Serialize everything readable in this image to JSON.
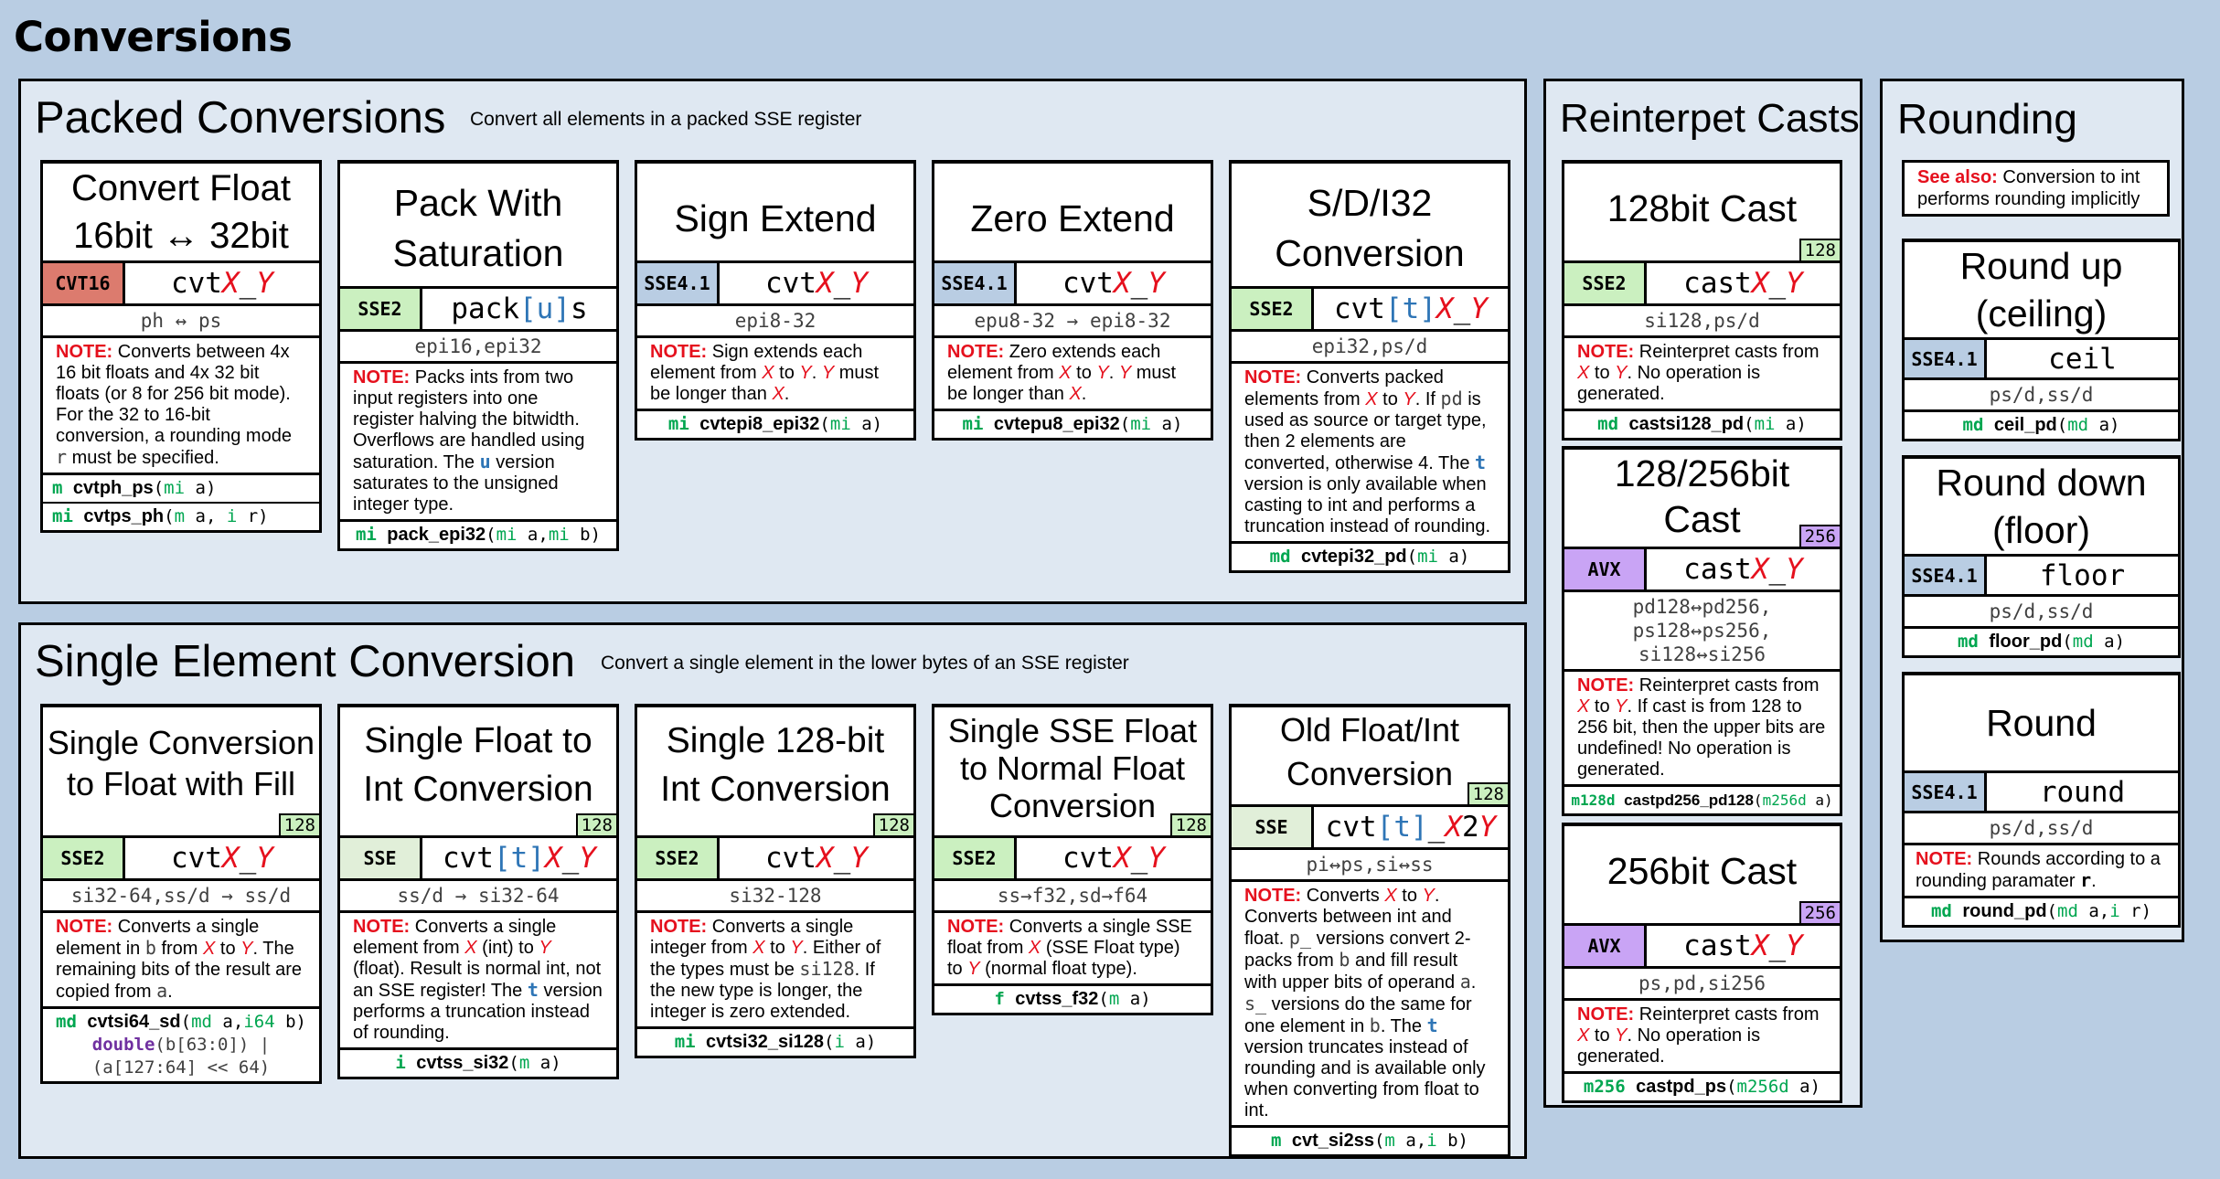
{
  "page_title": "Conversions",
  "sections": {
    "packed": {
      "title": "Packed Conversions",
      "subtitle": "Convert all elements in a packed SSE register"
    },
    "single": {
      "title": "Single Element Conversion",
      "subtitle": "Convert a single element in the lower bytes of an SSE register"
    },
    "reinterpret": {
      "title": "Reinterpet Casts"
    },
    "rounding": {
      "title": "Rounding"
    }
  },
  "colors": {
    "sse2": "#cbf0c0",
    "sse": "#e1efd9",
    "sse41": "#b9cde3",
    "avx": "#c9a4f5",
    "cvt16": "#dc7b6e",
    "note": "#e5101d",
    "type": "#00a650"
  },
  "cards": {
    "cvt16": {
      "title_line1": "Convert Float",
      "title_line2a": "16bit",
      "title_arrow": "↔",
      "title_line2b": "32bit",
      "ext": "CVT16",
      "sig_pre": "cvt",
      "sig_x": "X",
      "sig_sep": "_",
      "sig_y": "Y",
      "types": "ph ↔ ps",
      "note_label": "NOTE:",
      "note_text": " Converts between 4x 16 bit floats and 4x 32 bit floats (or 8 for 256 bit mode). For the 32 to 16-bit conversion, a rounding mode ",
      "note_r": "r",
      "note_end": " must be specified.",
      "fn1_ret": "m",
      "fn1_name": "cvtph_ps",
      "fn1_open": "(",
      "fn1_t1": "mi",
      "fn1_p1": " a",
      "fn1_close": ")",
      "fn2_ret": "mi",
      "fn2_name": "cvtps_ph",
      "fn2_open": "(",
      "fn2_t1": "m",
      "fn2_p1": " a, ",
      "fn2_t2": "i",
      "fn2_p2": " r",
      "fn2_close": ")"
    },
    "pack": {
      "title_line1": "Pack With",
      "title_line2": "Saturation",
      "ext": "SSE2",
      "sig_pre": "pack",
      "sig_opt": "[u]",
      "sig_post": "s",
      "types": "epi16,epi32",
      "note_label": "NOTE:",
      "note_text": " Packs ints from two input registers into one register halving the bitwidth. Overflows are handled using saturation. The ",
      "note_u": "u",
      "note_end": " version saturates to the unsigned integer type.",
      "fn_ret": "mi",
      "fn_name": "pack_epi32",
      "fn_open": "(",
      "fn_t1": "mi",
      "fn_p1": " a,",
      "fn_t2": "mi",
      "fn_p2": " b",
      "fn_close": ")"
    },
    "sign": {
      "title": "Sign Extend",
      "ext": "SSE4.1",
      "sig_pre": "cvt",
      "sig_x": "X",
      "sig_sep": "_",
      "sig_y": "Y",
      "types": "epi8-32",
      "note_label": "NOTE:",
      "note_a": " Sign extends each element from ",
      "note_x": "X",
      "note_b": " to ",
      "note_y": "Y",
      "note_c": ". ",
      "note_y2": "Y",
      "note_d": " must be longer than ",
      "note_x2": "X",
      "note_e": ".",
      "fn_ret": "mi",
      "fn_name": "cvtepi8_epi32",
      "fn_open": "(",
      "fn_t1": "mi",
      "fn_p1": " a",
      "fn_close": ")"
    },
    "zero": {
      "title": "Zero Extend",
      "ext": "SSE4.1",
      "sig_pre": "cvt",
      "sig_x": "X",
      "sig_sep": "_",
      "sig_y": "Y",
      "types": "epu8-32 → epi8-32",
      "note_label": "NOTE:",
      "note_a": " Zero extends each element from ",
      "note_x": "X",
      "note_b": " to ",
      "note_y": "Y",
      "note_c": ". ",
      "note_y2": "Y",
      "note_d": " must be longer than ",
      "note_x2": "X",
      "note_e": ".",
      "fn_ret": "mi",
      "fn_name": "cvtepu8_epi32",
      "fn_open": "(",
      "fn_t1": "mi",
      "fn_p1": " a",
      "fn_close": ")"
    },
    "sdi32": {
      "title_line1": "S/D/I32",
      "title_line2": "Conversion",
      "ext": "SSE2",
      "sig_pre": "cvt",
      "sig_opt": "[t]",
      "sig_x": "X",
      "sig_sep": "_",
      "sig_y": "Y",
      "types": "epi32,ps/d",
      "note_label": "NOTE:",
      "note_a": " Converts packed elements from ",
      "note_x": "X",
      "note_b": " to ",
      "note_y": "Y",
      "note_c": ". If ",
      "note_pd": "pd",
      "note_d": " is used as source or target type, then 2 elements are converted, otherwise 4. The ",
      "note_t": "t",
      "note_e": " version is only available when casting to int and performs a truncation instead of rounding.",
      "fn_ret": "md",
      "fn_name": "cvtepi32_pd",
      "fn_open": "(",
      "fn_t1": "mi",
      "fn_p1": " a",
      "fn_close": ")"
    },
    "single_fill": {
      "title_line1": "Single Conversion",
      "title_line2": "to Float with Fill",
      "bit": "128",
      "ext": "SSE2",
      "sig_pre": "cvt",
      "sig_x": "X",
      "sig_sep": "_",
      "sig_y": "Y",
      "types": "si32-64,ss/d → ss/d",
      "note_label": "NOTE:",
      "note_a": " Converts a single element in ",
      "note_b_mono": "b",
      "note_b": " from ",
      "note_x": "X",
      "note_c": " to ",
      "note_y": "Y",
      "note_d": ". The remaining bits of the result are copied from ",
      "note_a_mono": "a",
      "note_e": ".",
      "fn_ret": "md",
      "fn_name": "cvtsi64_sd",
      "fn_open": "(",
      "fn_t1": "md",
      "fn_p1": " a,",
      "fn_t2": "i64",
      "fn_p2": " b",
      "fn_close": ")",
      "fn_l2_dbl": "double",
      "fn_l2_code": "(b[63:0]) |",
      "fn_l3_code": "(a[127:64] << 64)"
    },
    "single_int": {
      "title_line1": "Single Float to",
      "title_line2": "Int Conversion",
      "bit": "128",
      "ext": "SSE",
      "sig_pre": "cvt",
      "sig_opt": "[t]",
      "sig_x": "X",
      "sig_sep": "_",
      "sig_y": "Y",
      "types": "ss/d → si32-64",
      "note_label": "NOTE:",
      "note_a": " Converts a single element from ",
      "note_x": "X",
      "note_b": " (int) to ",
      "note_y": "Y",
      "note_c": " (float). Result is normal int, not an SSE register! The ",
      "note_t": "t",
      "note_d": " version performs a truncation instead of rounding.",
      "fn_ret": "i",
      "fn_name": "cvtss_si32",
      "fn_open": "(",
      "fn_t1": "m",
      "fn_p1": " a",
      "fn_close": ")"
    },
    "single_128": {
      "title_line1": "Single 128-bit",
      "title_line2": "Int Conversion",
      "bit": "128",
      "ext": "SSE2",
      "sig_pre": "cvt",
      "sig_x": "X",
      "sig_sep": "_",
      "sig_y": "Y",
      "types": "si32-128",
      "note_label": "NOTE:",
      "note_a": " Converts a single integer from ",
      "note_x": "X",
      "note_b": " to ",
      "note_y": "Y",
      "note_c": ". Either of the types must be ",
      "note_mono": "si128",
      "note_d": ". If the new type is longer, the integer is zero extended.",
      "fn_ret": "mi",
      "fn_name": "cvtsi32_si128",
      "fn_open": "(",
      "fn_t1": "i",
      "fn_p1": " a",
      "fn_close": ")"
    },
    "single_sse": {
      "title_line1": "Single SSE Float",
      "title_line2": "to Normal Float",
      "title_line3": "Conversion",
      "bit": "128",
      "ext": "SSE2",
      "sig_pre": "cvt",
      "sig_x": "X",
      "sig_sep": "_",
      "sig_y": "Y",
      "types": "ss→f32,sd→f64",
      "note_label": "NOTE:",
      "note_a": " Converts a single SSE float from ",
      "note_x": "X",
      "note_b": " (SSE Float type) to ",
      "note_y": "Y",
      "note_c": " (normal float type).",
      "fn_ret": "f",
      "fn_name": "cvtss_f32",
      "fn_open": "(",
      "fn_t1": "m",
      "fn_p1": " a",
      "fn_close": ")"
    },
    "old": {
      "title_line1": "Old Float/Int",
      "title_line2": "Conversion",
      "bit": "128",
      "ext": "SSE",
      "sig_pre": "cvt",
      "sig_opt": "[t]",
      "sig_sep": "_",
      "sig_x": "X",
      "sig_2": "2",
      "sig_y": "Y",
      "types": "pi↔ps,si↔ss",
      "note_label": "NOTE:",
      "note_a": " Converts ",
      "note_x": "X",
      "note_b": " to ",
      "note_y": "Y",
      "note_c": ". Converts between int and float. ",
      "note_p": "p_",
      "note_d": " versions convert 2-packs from ",
      "note_b_mono": "b",
      "note_e": " and fill result with upper bits of operand ",
      "note_a_mono": "a",
      "note_f": ". ",
      "note_s": "s_",
      "note_g": " versions do the same for one element in ",
      "note_b_mono2": "b",
      "note_h": ". The ",
      "note_t": "t",
      "note_i": " version truncates instead of rounding and is available only when converting from float to int.",
      "fn_ret": "m",
      "fn_name": "cvt_si2ss",
      "fn_open": "(",
      "fn_t1": "m",
      "fn_p1": " a,",
      "fn_t2": "i",
      "fn_p2": " b",
      "fn_close": ")"
    },
    "cast128": {
      "title": "128bit Cast",
      "bit": "128",
      "ext": "SSE2",
      "sig_pre": "cast",
      "sig_x": "X",
      "sig_sep": "_",
      "sig_y": "Y",
      "types": "si128,ps/d",
      "note_label": "NOTE:",
      "note_a": " Reinterpret casts from ",
      "note_x": "X",
      "note_b": " to ",
      "note_y": "Y",
      "note_c": ". No operation is generated.",
      "fn_ret": "md",
      "fn_name": "castsi128_pd",
      "fn_open": "(",
      "fn_t1": "mi",
      "fn_p1": " a",
      "fn_close": ")"
    },
    "cast128256": {
      "title_line1": "128/256bit",
      "title_line2": "Cast",
      "bit": "256",
      "ext": "AVX",
      "sig_pre": "cast",
      "sig_x": "X",
      "sig_sep": "_",
      "sig_y": "Y",
      "types": "pd128↔pd256,\nps128↔ps256,\nsi128↔si256",
      "note_label": "NOTE:",
      "note_a": " Reinterpret casts from ",
      "note_x": "X",
      "note_b": " to ",
      "note_y": "Y",
      "note_c": ". If cast is from 128 to 256 bit, then the upper bits are undefined! No operation is generated.",
      "fn_ret": "m128d",
      "fn_name": "castpd256_pd128",
      "fn_open": "(",
      "fn_t1": "m256d",
      "fn_p1": " a",
      "fn_close": ")"
    },
    "cast256": {
      "title": "256bit Cast",
      "bit": "256",
      "ext": "AVX",
      "sig_pre": "cast",
      "sig_x": "X",
      "sig_sep": "_",
      "sig_y": "Y",
      "types": "ps,pd,si256",
      "note_label": "NOTE:",
      "note_a": " Reinterpret casts from ",
      "note_x": "X",
      "note_b": " to ",
      "note_y": "Y",
      "note_c": ". No operation is generated.",
      "fn_ret": "m256",
      "fn_name": "castpd_ps",
      "fn_open": "(",
      "fn_t1": "m256d",
      "fn_p1": " a",
      "fn_close": ")"
    },
    "seealso": {
      "label": "See also:",
      "text": " Conversion to int performs rounding implicitly"
    },
    "ceil": {
      "title_line1": "Round up",
      "title_line2": "(ceiling)",
      "ext": "SSE4.1",
      "sig": "ceil",
      "types": "ps/d,ss/d",
      "fn_ret": "md",
      "fn_name": "ceil_pd",
      "fn_open": "(",
      "fn_t1": "md",
      "fn_p1": " a",
      "fn_close": ")"
    },
    "floor": {
      "title_line1": "Round down",
      "title_line2": "(floor)",
      "ext": "SSE4.1",
      "sig": "floor",
      "types": "ps/d,ss/d",
      "fn_ret": "md",
      "fn_name": "floor_pd",
      "fn_open": "(",
      "fn_t1": "md",
      "fn_p1": " a",
      "fn_close": ")"
    },
    "round": {
      "title": "Round",
      "ext": "SSE4.1",
      "sig": "round",
      "types": "ps/d,ss/d",
      "note_label": "NOTE:",
      "note_a": " Rounds according to a rounding paramater ",
      "note_r": "r",
      "note_b": ".",
      "fn_ret": "md",
      "fn_name": "round_pd",
      "fn_open": "(",
      "fn_t1": "md",
      "fn_p1": " a,",
      "fn_t2": "i",
      "fn_p2": " r",
      "fn_close": ")"
    }
  }
}
